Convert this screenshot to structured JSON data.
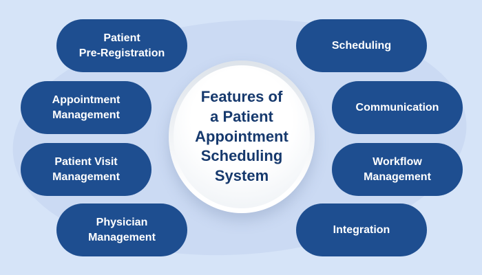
{
  "title": {
    "text": "Features of\na Patient\nAppointment\nScheduling\nSystem"
  },
  "pills": [
    {
      "id": "patient-pre-registration",
      "label": "Patient\nPre-Registration",
      "side": "left"
    },
    {
      "id": "appointment-management",
      "label": "Appointment\nManagement",
      "side": "left"
    },
    {
      "id": "patient-visit-management",
      "label": "Patient Visit\nManagement",
      "side": "left"
    },
    {
      "id": "physician-management",
      "label": "Physician\nManagement",
      "side": "left"
    },
    {
      "id": "scheduling",
      "label": "Scheduling",
      "side": "right"
    },
    {
      "id": "communication",
      "label": "Communication",
      "side": "right"
    },
    {
      "id": "workflow-management",
      "label": "Workflow\nManagement",
      "side": "right"
    },
    {
      "id": "integration",
      "label": "Integration",
      "side": "right"
    }
  ],
  "colors": {
    "background": "#d6e4f8",
    "blob": "#cbdaf3",
    "pill": "#1e4e90",
    "pill_text": "#ffffff",
    "title_text": "#16396d",
    "circle_ring": "#dde3ea",
    "circle_fill": "#ffffff",
    "circle_edge": "#e9eef3"
  }
}
